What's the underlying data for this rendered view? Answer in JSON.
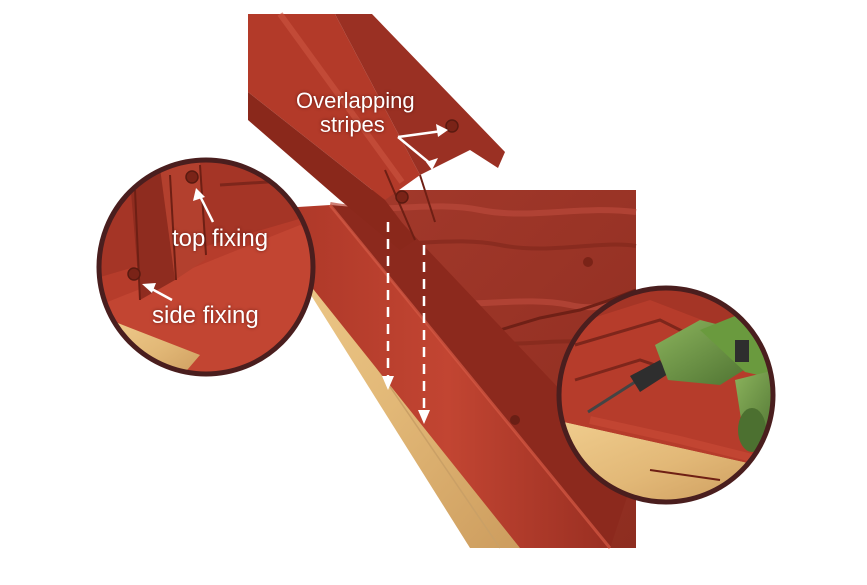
{
  "labels": {
    "overlapping": "Overlapping\nstripes",
    "overlapping_line1": "Overlapping",
    "overlapping_line2": "stripes",
    "top_fixing": "top fixing",
    "side_fixing": "side fixing"
  },
  "icons": [
    "drill-icon",
    "screw-icon",
    "arrow-icon"
  ],
  "colors": {
    "tile_red": "#b83a2a",
    "tile_dark": "#8e2a1e",
    "tile_light": "#c84a38",
    "wood": "#e2b877",
    "wood_dark": "#c9985a",
    "circle_border": "#4a1e1e",
    "drill_green": "#5f8a3a",
    "drill_dark": "#2e2e2e",
    "label": "#ffffff"
  }
}
